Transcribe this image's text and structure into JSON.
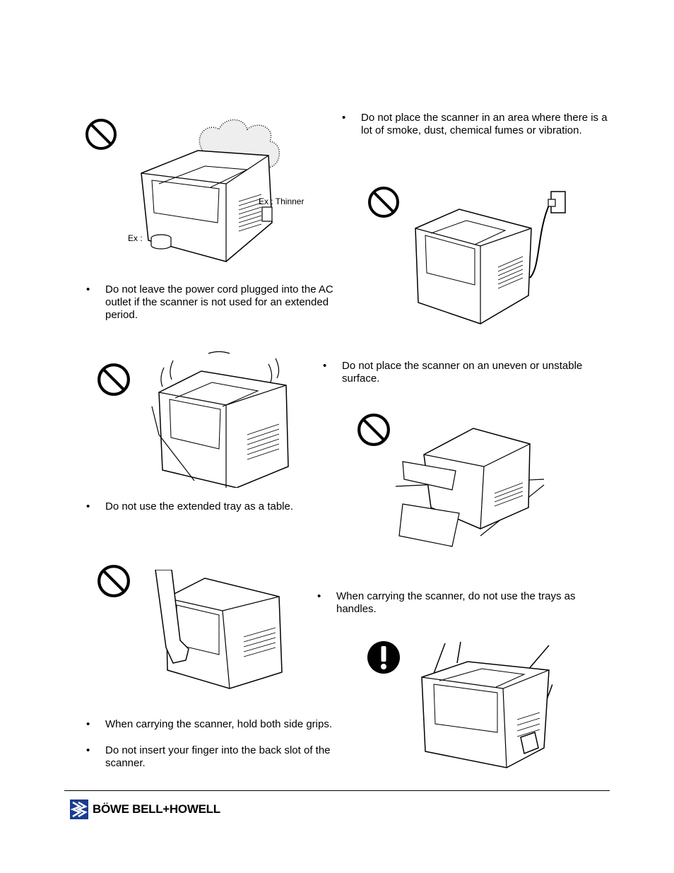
{
  "bullets": {
    "smoke_dust": "Do not place the scanner in an area where there is a lot of smoke, dust, chemical fumes or vibration.",
    "power_cord": "Do not leave the power cord plugged into the AC outlet if the scanner is not used for an extended period.",
    "uneven_surface": "Do not place the scanner on an uneven or unstable surface.",
    "extended_tray": "Do not use the extended tray as a table.",
    "trays_handles": "When carrying the scanner, do not use the trays as handles.",
    "side_grips": "When carrying the scanner, hold both side grips.",
    "finger_slot": "Do not insert your finger into the back slot of the scanner."
  },
  "figure_labels": {
    "thinner": "Ex : Thinner",
    "ex": "Ex :"
  },
  "icons": {
    "prohibited": "prohibited-icon",
    "caution": "exclamation-icon"
  },
  "footer": {
    "brand": "BÖWE BELL+HOWELL",
    "brand_color": "#1a3d8f"
  }
}
